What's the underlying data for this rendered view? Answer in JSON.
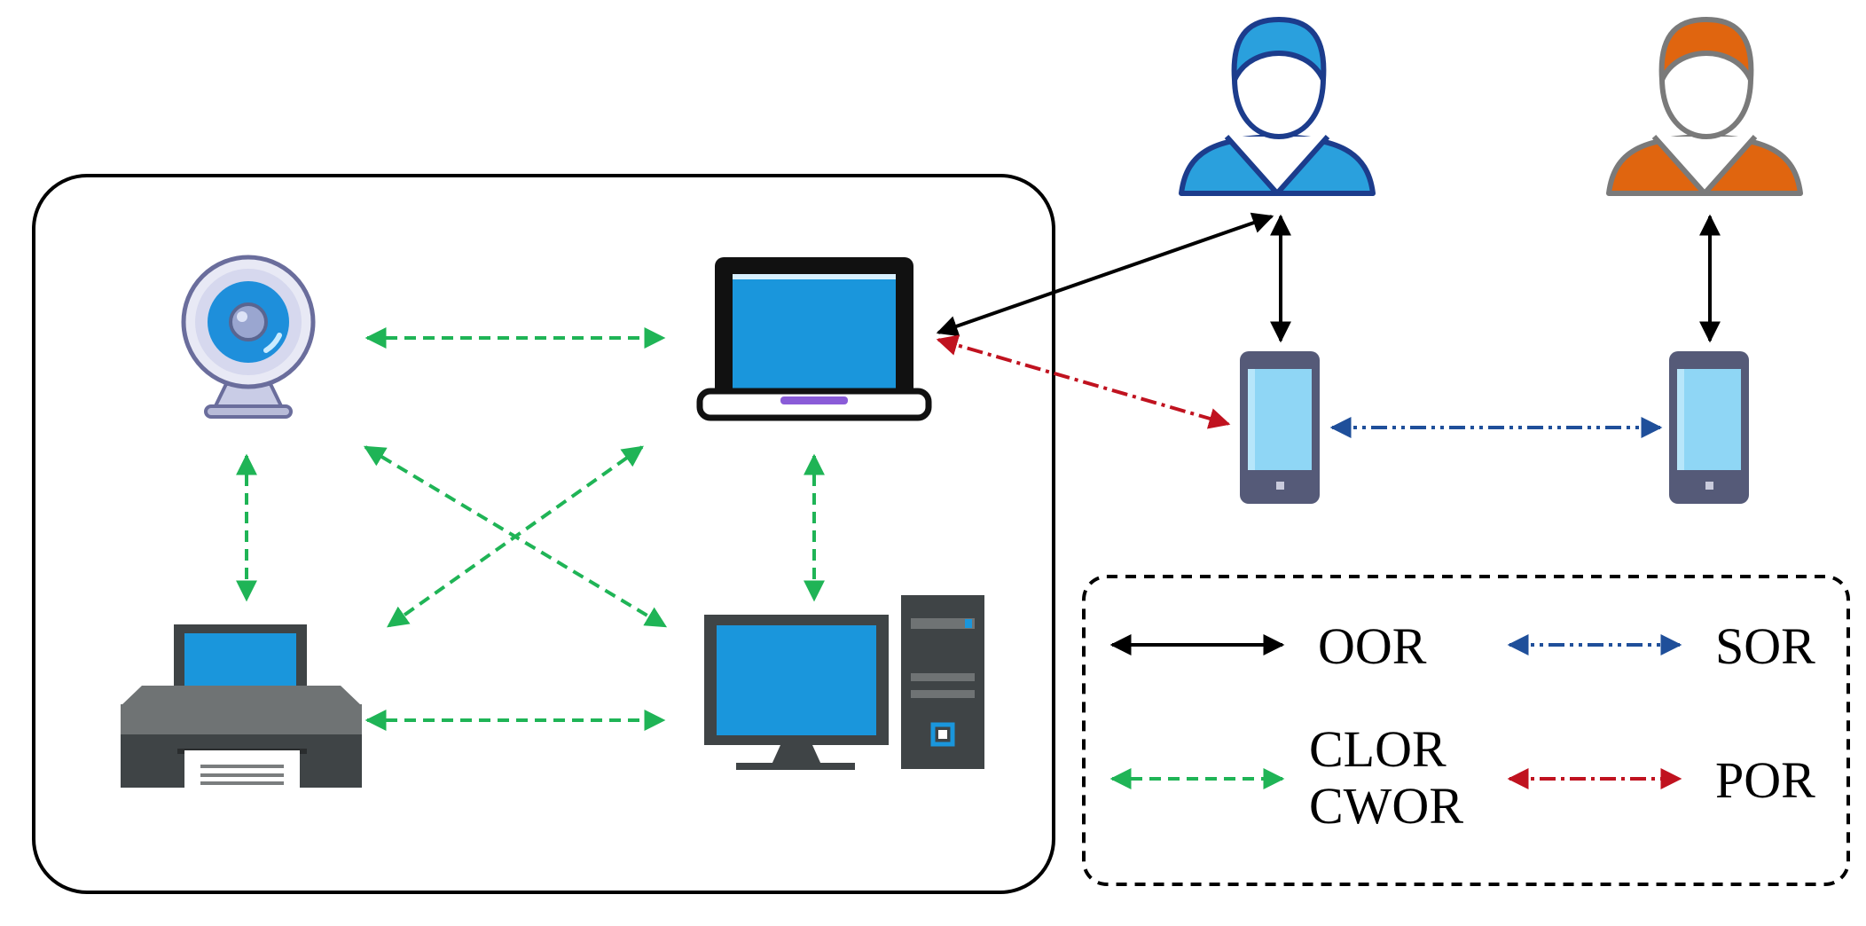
{
  "colors": {
    "oor": "#000000",
    "clor_cwor": "#1fb456",
    "sor": "#1f4f9a",
    "por": "#c0121f",
    "device_blue": "#1a96dc",
    "phone_body": "#555a78",
    "phone_screen": "#8fd6f5",
    "user1_shirt": "#2aa0dd",
    "user1_outline": "#1c3c8c",
    "user2_shirt": "#e0650f",
    "user2_outline": "#7a7a7a"
  },
  "icons": {
    "webcam": "webcam-icon",
    "laptop": "laptop-icon",
    "printer": "printer-icon",
    "desktop": "desktop-computer-icon",
    "user_blue": "user-icon",
    "user_orange": "user-icon",
    "phone": "smartphone-icon"
  },
  "legend": {
    "oor": "OOR",
    "sor": "SOR",
    "clor": "CLOR",
    "cwor": "CWOR",
    "por": "POR"
  }
}
